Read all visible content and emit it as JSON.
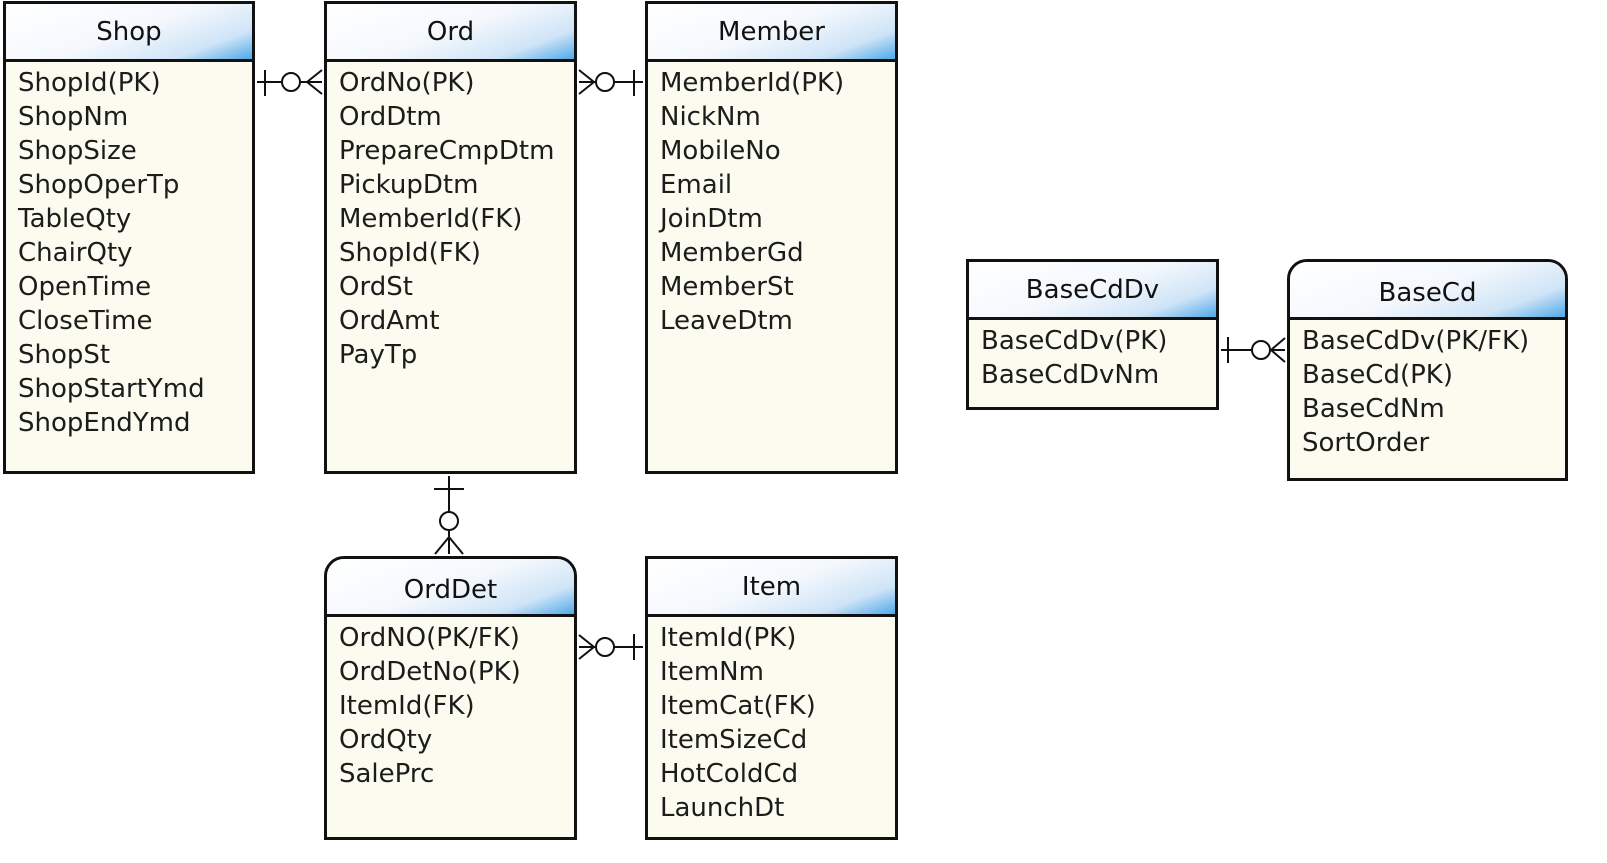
{
  "entities": {
    "shop": {
      "name": "Shop",
      "attributes": [
        "ShopId(PK)",
        "ShopNm",
        "ShopSize",
        "ShopOperTp",
        "TableQty",
        "ChairQty",
        "OpenTime",
        "CloseTime",
        "ShopSt",
        "ShopStartYmd",
        "ShopEndYmd"
      ]
    },
    "ord": {
      "name": "Ord",
      "attributes": [
        "OrdNo(PK)",
        "OrdDtm",
        "PrepareCmpDtm",
        "PickupDtm",
        "MemberId(FK)",
        "ShopId(FK)",
        "OrdSt",
        "OrdAmt",
        "PayTp"
      ]
    },
    "member": {
      "name": "Member",
      "attributes": [
        "MemberId(PK)",
        "NickNm",
        "MobileNo",
        "Email",
        "JoinDtm",
        "MemberGd",
        "MemberSt",
        "LeaveDtm"
      ]
    },
    "orddet": {
      "name": "OrdDet",
      "attributes": [
        "OrdNO(PK/FK)",
        "OrdDetNo(PK)",
        "ItemId(FK)",
        "OrdQty",
        "SalePrc"
      ]
    },
    "item": {
      "name": "Item",
      "attributes": [
        "ItemId(PK)",
        "ItemNm",
        "ItemCat(FK)",
        "ItemSizeCd",
        "HotColdCd",
        "LaunchDt"
      ]
    },
    "basecddv": {
      "name": "BaseCdDv",
      "attributes": [
        "BaseCdDv(PK)",
        "BaseCdDvNm"
      ]
    },
    "basecd": {
      "name": "BaseCd",
      "attributes": [
        "BaseCdDv(PK/FK)",
        "BaseCd(PK)",
        "BaseCdNm",
        "SortOrder"
      ]
    }
  },
  "relationships": [
    {
      "from": "Shop",
      "to": "Ord",
      "from_cardinality": "exactly-one",
      "to_cardinality": "zero-or-many"
    },
    {
      "from": "Member",
      "to": "Ord",
      "from_cardinality": "exactly-one",
      "to_cardinality": "zero-or-many"
    },
    {
      "from": "Ord",
      "to": "OrdDet",
      "from_cardinality": "exactly-one",
      "to_cardinality": "zero-or-many"
    },
    {
      "from": "Item",
      "to": "OrdDet",
      "from_cardinality": "exactly-one",
      "to_cardinality": "zero-or-many"
    },
    {
      "from": "BaseCdDv",
      "to": "BaseCd",
      "from_cardinality": "exactly-one",
      "to_cardinality": "zero-or-many"
    }
  ],
  "colors": {
    "entity_fill": "#fbfbef",
    "border": "#111111",
    "header_accent": "#4fa9ea"
  }
}
